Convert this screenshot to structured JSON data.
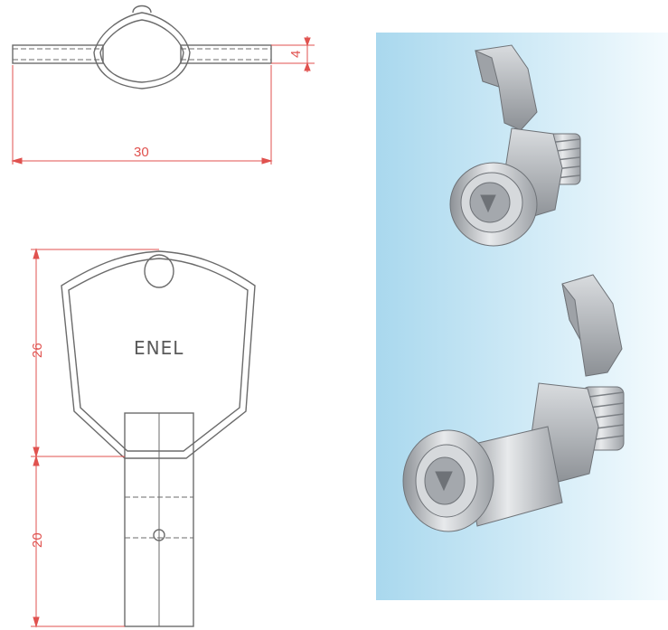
{
  "drawing": {
    "key_label": "ENEL",
    "dimensions": {
      "total_length": "30",
      "thickness": "4",
      "head_height": "26",
      "blade_length": "20"
    }
  },
  "photo": {
    "background_color_left": "#a9d8ee",
    "background_color_right": "#f4fbfe",
    "metal_color": "#b9bcc0"
  },
  "colors": {
    "dimension_line": "#e0524f",
    "outline": "#6b6b6b"
  }
}
